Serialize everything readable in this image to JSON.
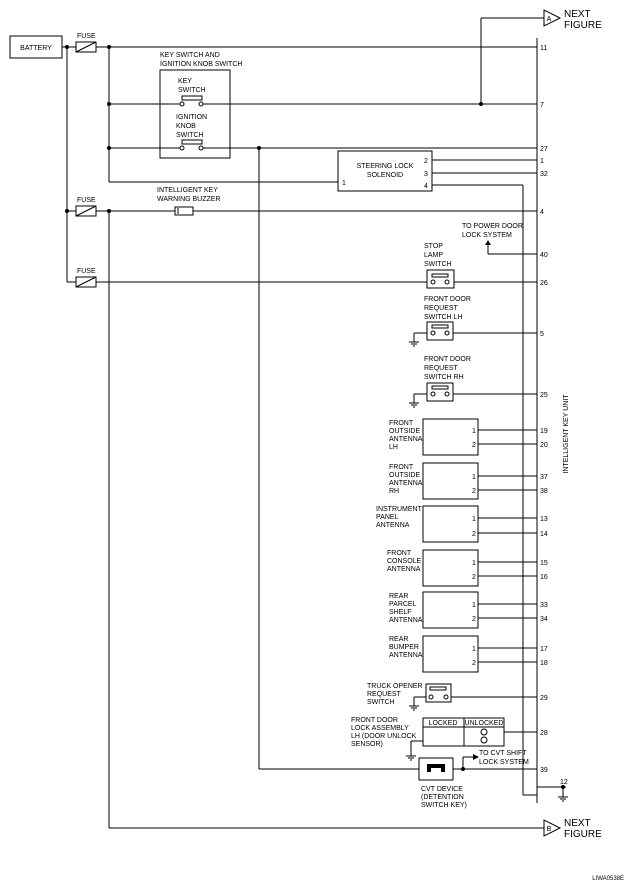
{
  "battery": "BATTERY",
  "fuse": "FUSE",
  "key_switch_assembly": [
    "KEY SWITCH AND",
    "IGNITION KNOB SWITCH"
  ],
  "key_switch": [
    "KEY",
    "SWITCH"
  ],
  "ignition_knob_switch": [
    "IGNITION",
    "KNOB",
    "SWITCH"
  ],
  "steering_lock": [
    "STEERING LOCK",
    "SOLENOID"
  ],
  "steering_lock_pins": [
    "1",
    "2",
    "3",
    "4"
  ],
  "buzzer": [
    "INTELLIGENT KEY",
    "WARNING BUZZER"
  ],
  "power_door": [
    "TO POWER DOOR",
    "LOCK SYSTEM"
  ],
  "stop_lamp": [
    "STOP",
    "LAMP",
    "SWITCH"
  ],
  "front_door_lh": [
    "FRONT DOOR",
    "REQUEST",
    "SWITCH LH"
  ],
  "front_door_rh": [
    "FRONT DOOR",
    "REQUEST",
    "SWITCH RH"
  ],
  "antennas": [
    {
      "label": [
        "FRONT",
        "OUTSIDE",
        "ANTENNA",
        "LH"
      ],
      "pins": [
        "1",
        "2"
      ],
      "terminals": [
        "19",
        "20"
      ]
    },
    {
      "label": [
        "FRONT",
        "OUTSIDE",
        "ANTENNA",
        "RH"
      ],
      "pins": [
        "1",
        "2"
      ],
      "terminals": [
        "37",
        "38"
      ]
    },
    {
      "label": [
        "INSTRUMENT",
        "PANEL",
        "ANTENNA"
      ],
      "pins": [
        "1",
        "2"
      ],
      "terminals": [
        "13",
        "14"
      ]
    },
    {
      "label": [
        "FRONT",
        "CONSOLE",
        "ANTENNA"
      ],
      "pins": [
        "1",
        "2"
      ],
      "terminals": [
        "15",
        "16"
      ]
    },
    {
      "label": [
        "REAR",
        "PARCEL",
        "SHELF",
        "ANTENNA"
      ],
      "pins": [
        "1",
        "2"
      ],
      "terminals": [
        "33",
        "34"
      ]
    },
    {
      "label": [
        "REAR",
        "BUMPER",
        "ANTENNA"
      ],
      "pins": [
        "1",
        "2"
      ],
      "terminals": [
        "17",
        "18"
      ]
    }
  ],
  "trunk_opener": [
    "TRUCK OPENER",
    "REQUEST",
    "SWITCH"
  ],
  "door_lock": [
    "FRONT DOOR",
    "LOCK ASSEMBLY",
    "LH (DOOR UNLOCK",
    "SENSOR)"
  ],
  "locked": "LOCKED",
  "unlocked": "UNLOCKED",
  "cvt_device": [
    "CVT DEVICE",
    "(DETENTION",
    "SWITCH KEY)"
  ],
  "cvt_shift": [
    "TO CVT SHIFT",
    "LOCK SYSTEM"
  ],
  "unit": "INTELLIGENT KEY UNIT",
  "terminals_top": [
    "11",
    "7",
    "27",
    "1",
    "32",
    "4",
    "40",
    "26",
    "5",
    "25"
  ],
  "terminals_bottom": [
    "29",
    "28",
    "39",
    "12"
  ],
  "next_a": "A",
  "next_b": "B",
  "next_figure": [
    "NEXT",
    "FIGURE"
  ],
  "figure_code": "LIWA0538E"
}
